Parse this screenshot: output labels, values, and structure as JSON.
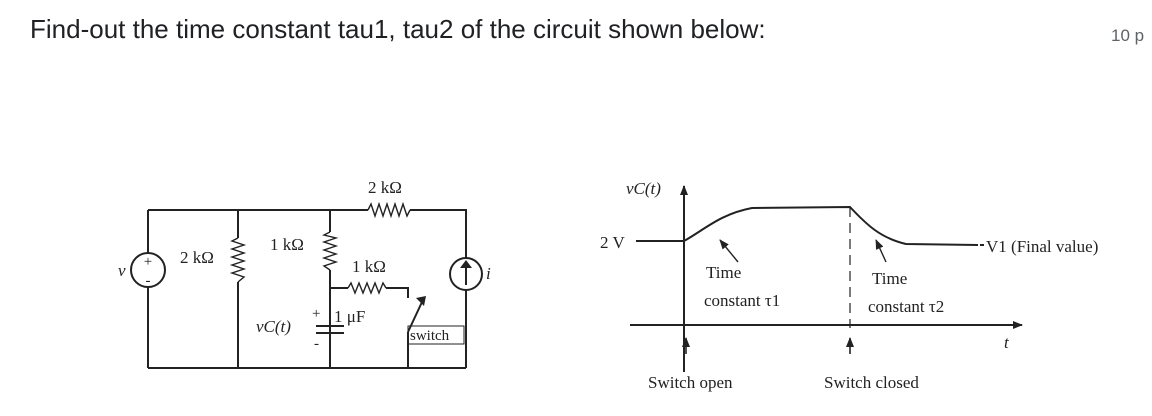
{
  "question": {
    "text": "Find-out the time constant tau1, tau2 of the circuit shown below:",
    "points": "10 p"
  },
  "circuit": {
    "source_label": "v",
    "source_plus": "+",
    "source_minus": "-",
    "r_left": "2 kΩ",
    "r_mid": "1 kΩ",
    "r_top": "2 kΩ",
    "r_inner": "1 kΩ",
    "cap_value": "1 μF",
    "cap_voltage": "vC(t)",
    "cap_plus": "+",
    "cap_minus": "-",
    "switch_label": "switch",
    "current_label": "i"
  },
  "graph": {
    "y_axis_label": "vC(t)",
    "y_tick": "2 V",
    "x_axis_label": "t",
    "tau1_line1": "Time",
    "tau1_line2": "constant τ1",
    "tau2_line1": "Time",
    "tau2_line2": "constant τ2",
    "final_value": "V1 (Final value)",
    "switch_open": "Switch open",
    "switch_closed": "Switch closed"
  }
}
